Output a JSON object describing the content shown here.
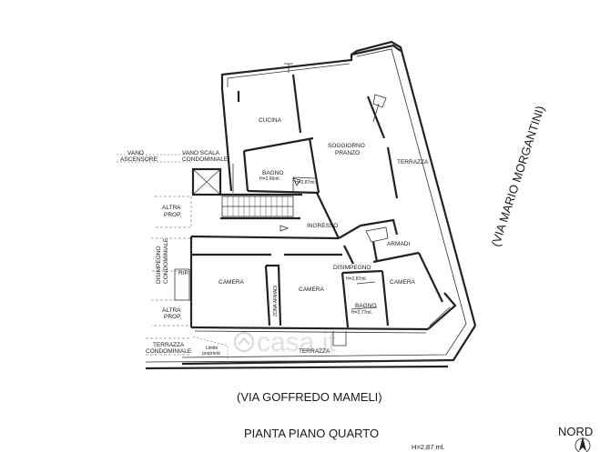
{
  "street_bottom": "(VIA GOFFREDO MAMELI)",
  "street_right": "(VIA MARIO MORGANTINI)",
  "plan_title": "PIANTA PIANO QUARTO",
  "ceiling_height": "H=2,87 ml.",
  "north_label": "NORD",
  "watermark": "casa.it",
  "rooms": {
    "cucina": "CUCINA",
    "soggiorno": "SOGGIORNO",
    "pranzo": "PRANZO",
    "terrazza_right": "TERRAZZA",
    "bagno1": "BAGNO",
    "bagno1_h": "H=2,66ml.",
    "h_287_a": "H=2,87ml.",
    "ingresso": "INGRESSO",
    "armadi": "ARMADI",
    "disimpegno": "DISIMPEGNO",
    "camera1": "CAMERA",
    "camera2": "CAMERA",
    "camera3": "CAMERA",
    "zona_armadi": "ZONA ARMADI",
    "h_287_b": "H=2,87ml.",
    "bagno2": "BAGNO",
    "bagno2_h": "H=2,77ml.",
    "terrazza_bottom": "TERRAZZA",
    "altra_prop1_a": "ALTRA",
    "altra_prop1_b": "PROP.",
    "altra_prop2_a": "ALTRA",
    "altra_prop2_b": "PROP.",
    "disimpegno_cond_a": "DISIMPEGNO",
    "disimpegno_cond_b": "CONDOMINIALE",
    "rip": "RIP.",
    "terrazza_cond_a": "TERRAZZA",
    "terrazza_cond_b": "CONDOMINIALE",
    "limite_a": "Limite",
    "limite_b": "proprietà",
    "vano_ascensore_a": "VANO",
    "vano_ascensore_b": "ASCENSORE",
    "vano_scala_a": "VANO SCALA",
    "vano_scala_b": "CONDOMINIALE"
  }
}
